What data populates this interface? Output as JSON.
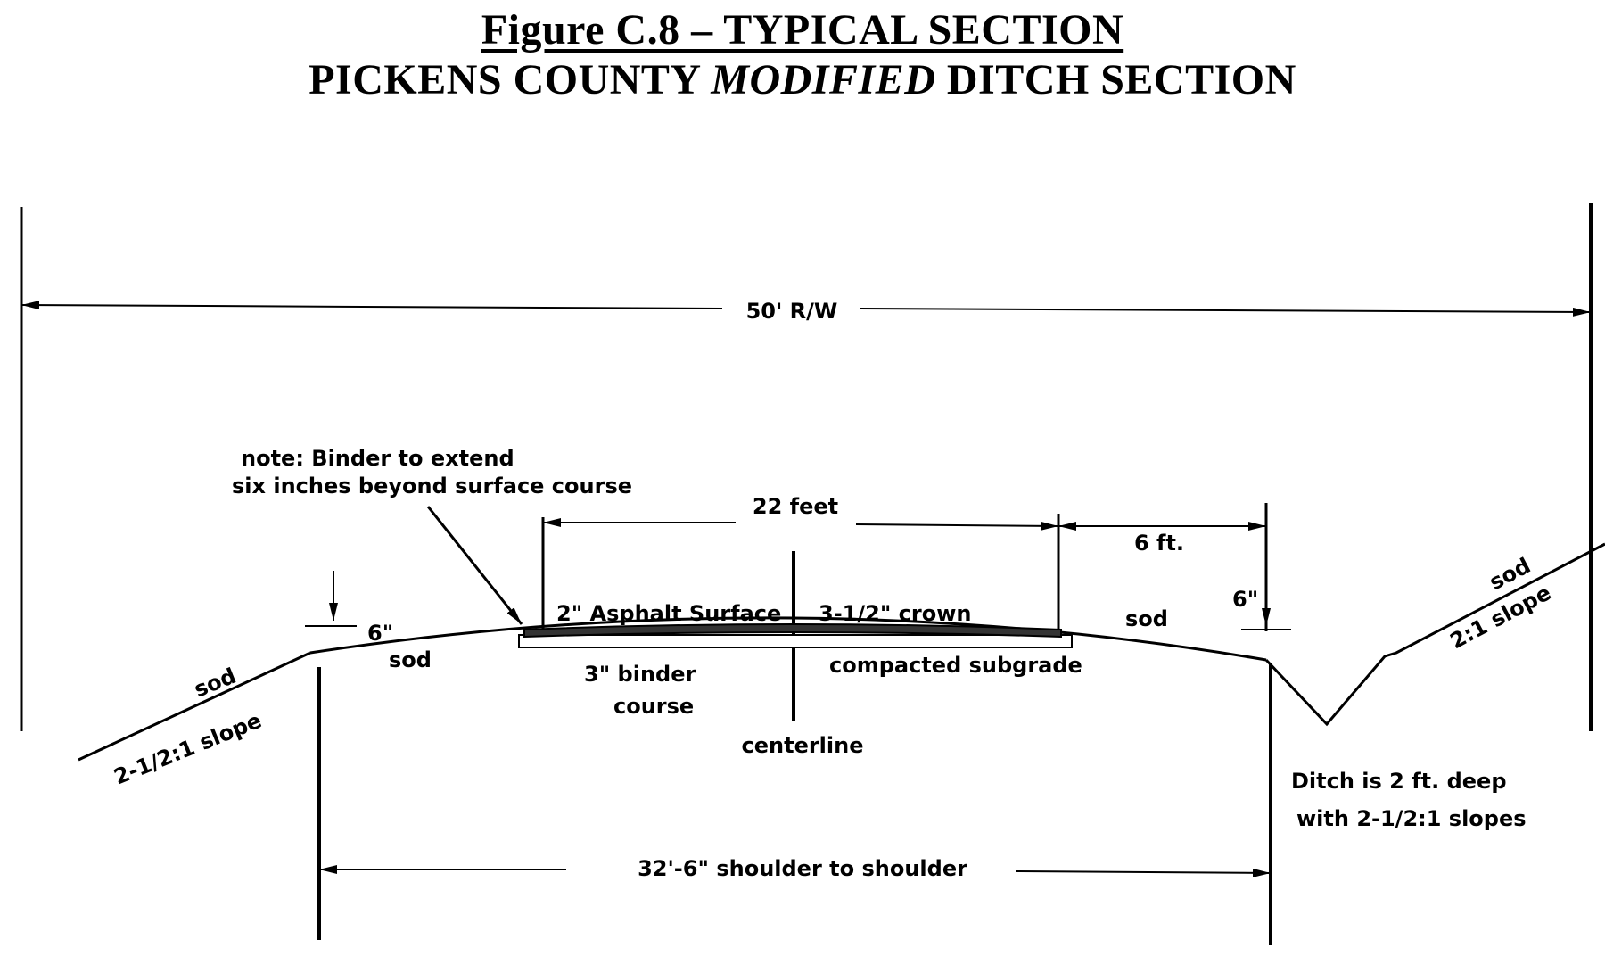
{
  "title": {
    "line1": "Figure C.8 – TYPICAL SECTION",
    "line2_prefix": "PICKENS COUNTY",
    "line2_italic": "MODIFIED",
    "line2_suffix": "DITCH SECTION"
  },
  "labels": {
    "rw": "50' R/W",
    "note_line1": "note: Binder to extend",
    "note_line2": "six inches beyond surface course",
    "pavement_width": "22 feet",
    "shoulder_right": "6 ft.",
    "six_in_left": "6\"",
    "six_in_right": "6\"",
    "asphalt": "2\" Asphalt Surface",
    "crown": "3-1/2\" crown",
    "sod_left_top": "sod",
    "sod_right_top": "sod",
    "sod_left_slope": "sod",
    "slope_left": "2-1/2:1 slope",
    "binder_line1": "3\" binder",
    "binder_line2": "course",
    "subgrade": "compacted subgrade",
    "centerline": "centerline",
    "sod_right_slope": "sod",
    "slope_right": "2:1 slope",
    "ditch_line1": "Ditch is 2 ft. deep",
    "ditch_line2": "with 2-1/2:1 slopes",
    "shoulder_to_shoulder": "32'-6\" shoulder to shoulder"
  }
}
